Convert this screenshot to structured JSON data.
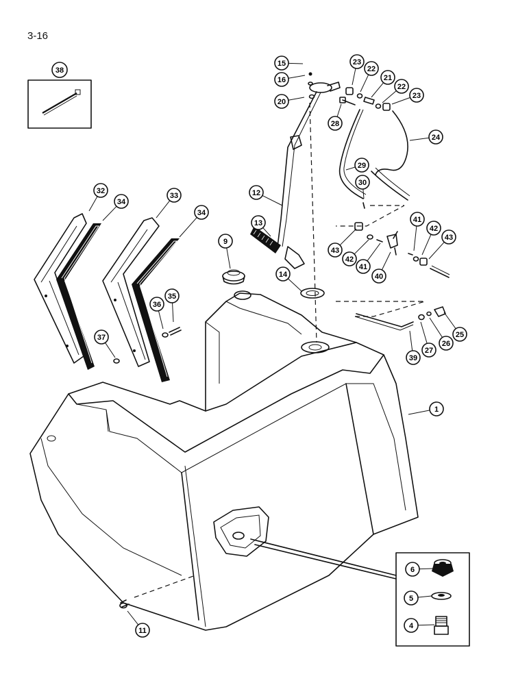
{
  "page": {
    "number": "3-16"
  },
  "callouts": [
    {
      "id": "c1",
      "label": "1"
    },
    {
      "id": "c4",
      "label": "4"
    },
    {
      "id": "c5",
      "label": "5"
    },
    {
      "id": "c6",
      "label": "6"
    },
    {
      "id": "c9",
      "label": "9"
    },
    {
      "id": "c11",
      "label": "11"
    },
    {
      "id": "c12",
      "label": "12"
    },
    {
      "id": "c13",
      "label": "13"
    },
    {
      "id": "c14",
      "label": "14"
    },
    {
      "id": "c15",
      "label": "15"
    },
    {
      "id": "c16",
      "label": "16"
    },
    {
      "id": "c20",
      "label": "20"
    },
    {
      "id": "c21",
      "label": "21"
    },
    {
      "id": "c22a",
      "label": "22"
    },
    {
      "id": "c22b",
      "label": "22"
    },
    {
      "id": "c23a",
      "label": "23"
    },
    {
      "id": "c23b",
      "label": "23"
    },
    {
      "id": "c24",
      "label": "24"
    },
    {
      "id": "c25",
      "label": "25"
    },
    {
      "id": "c26",
      "label": "26"
    },
    {
      "id": "c27",
      "label": "27"
    },
    {
      "id": "c28",
      "label": "28"
    },
    {
      "id": "c29",
      "label": "29"
    },
    {
      "id": "c30",
      "label": "30"
    },
    {
      "id": "c32",
      "label": "32"
    },
    {
      "id": "c33",
      "label": "33"
    },
    {
      "id": "c34a",
      "label": "34"
    },
    {
      "id": "c34b",
      "label": "34"
    },
    {
      "id": "c35",
      "label": "35"
    },
    {
      "id": "c36",
      "label": "36"
    },
    {
      "id": "c37",
      "label": "37"
    },
    {
      "id": "c38",
      "label": "38"
    },
    {
      "id": "c39",
      "label": "39"
    },
    {
      "id": "c40",
      "label": "40"
    },
    {
      "id": "c41a",
      "label": "41"
    },
    {
      "id": "c41b",
      "label": "41"
    },
    {
      "id": "c42a",
      "label": "42"
    },
    {
      "id": "c42b",
      "label": "42"
    },
    {
      "id": "c43a",
      "label": "43"
    },
    {
      "id": "c43b",
      "label": "43"
    }
  ]
}
